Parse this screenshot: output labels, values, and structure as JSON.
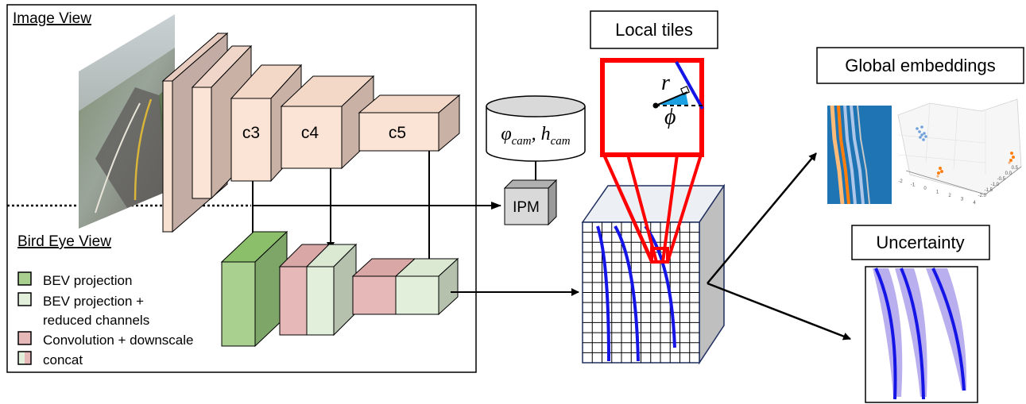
{
  "sections": {
    "image_view": "Image View",
    "bird_eye_view": "Bird Eye View"
  },
  "feature_maps": [
    "c3",
    "c4",
    "c5"
  ],
  "camera_params": {
    "phi": "φ",
    "phi_sub": "cam",
    "sep": ", ",
    "h": "h",
    "h_sub": "cam"
  },
  "ipm_label": "IPM",
  "legend": [
    {
      "id": "bev",
      "lines": [
        "BEV projection"
      ],
      "color": "#a9d08e"
    },
    {
      "id": "bev_reduced",
      "lines": [
        "BEV projection +",
        "reduced channels"
      ],
      "color": "#e2efda"
    },
    {
      "id": "conv",
      "lines": [
        "Convolution + downscale"
      ],
      "color": "#e6b9b8"
    },
    {
      "id": "concat",
      "lines": [
        "concat"
      ],
      "color_left": "#e2efda",
      "color_right": "#e6b9b8"
    }
  ],
  "boxes": {
    "local_tiles": "Local tiles",
    "global_embeddings": "Global embeddings",
    "uncertainty": "Uncertainty"
  },
  "tile_symbols": {
    "r": "r",
    "phi": "ϕ"
  },
  "scatter_ticks": {
    "x": [
      "-2",
      "-1",
      "0",
      "1",
      "2",
      "3",
      "4"
    ],
    "y": [
      "0.5",
      "0.0",
      "-0.5",
      "-1.0",
      "-1.5",
      "-2.0"
    ]
  },
  "colors": {
    "frame": "#000000",
    "cube_light": "#f8e0d0",
    "cube_mid": "#e8cbbf",
    "cube_dark": "#c2aca3",
    "bev_green": "#a9d08e",
    "bev_light": "#e2efda",
    "conv_pink": "#e6b9b8",
    "lane_blue": "#1515e6",
    "tile_red": "#ff0000",
    "embed_blue": "#1f74b4",
    "embed_orange": "#ff7f0e",
    "uncert_purple": "#a79bea"
  }
}
